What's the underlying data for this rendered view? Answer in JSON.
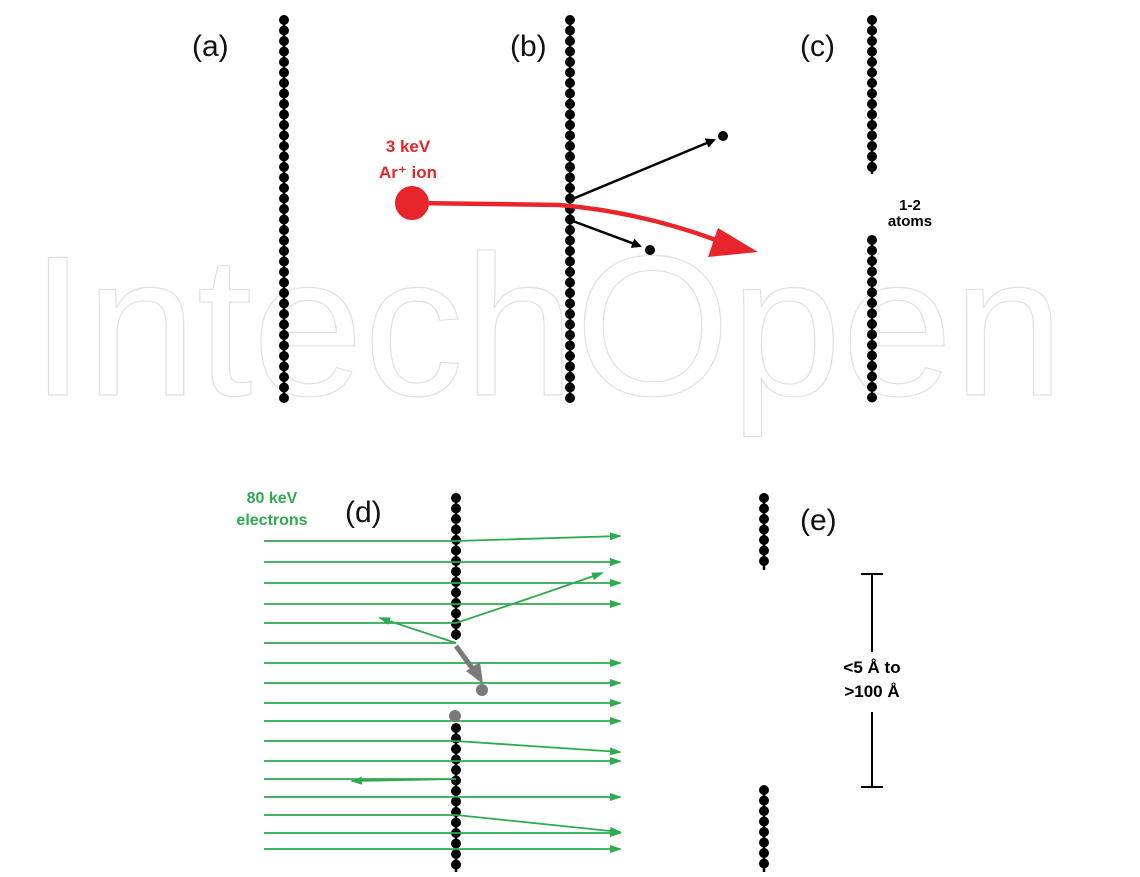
{
  "panels": {
    "a": "(a)",
    "b": "(b)",
    "c": "(c)",
    "d": "(d)",
    "e": "(e)"
  },
  "ion": {
    "line1": "3 keV",
    "line2": "Ar⁺ ion",
    "color": "#e8252b"
  },
  "gap_label": {
    "line1": "1-2",
    "line2": "atoms"
  },
  "electrons": {
    "line1": "80 keV",
    "line2": "electrons",
    "color": "#2eaa4f"
  },
  "hole_label": {
    "line1": "<5 Å to",
    "line2": ">100 Å"
  },
  "watermark": "IntechOpen",
  "colors": {
    "atom": "#000000",
    "displaced_atom": "#7a7a7a"
  }
}
